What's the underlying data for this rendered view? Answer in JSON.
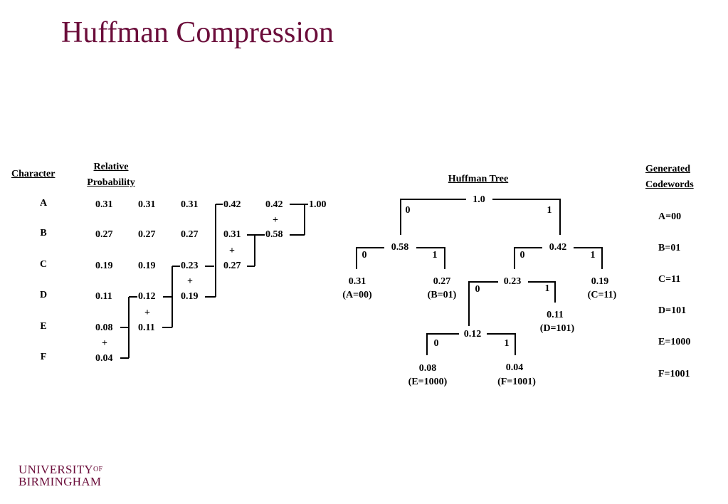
{
  "title": "Huffman Compression",
  "table": {
    "character_header": "Character",
    "probability_header": [
      "Relative",
      "Probability"
    ],
    "characters": [
      "A",
      "B",
      "C",
      "D",
      "E",
      "F"
    ],
    "columns": [
      [
        "0.31",
        "0.27",
        "0.19",
        "0.11",
        "0.08",
        "0.04"
      ],
      [
        "0.31",
        "0.27",
        "0.19",
        "0.12",
        "0.11"
      ],
      [
        "0.31",
        "0.27",
        "0.23",
        "0.19"
      ],
      [
        "0.42",
        "0.31",
        "0.27"
      ],
      [
        "0.42",
        "0.58"
      ],
      [
        "1.00"
      ]
    ],
    "plus": "+"
  },
  "tree": {
    "heading": "Huffman Tree",
    "nodes": {
      "root": "1.0",
      "n058": "0.58",
      "n042": "0.42",
      "n023": "0.23",
      "n012": "0.12"
    },
    "leaves": {
      "A": {
        "value": "0.31",
        "code": "(A=00)"
      },
      "B": {
        "value": "0.27",
        "code": "(B=01)"
      },
      "C": {
        "value": "0.19",
        "code": "(C=11)"
      },
      "D": {
        "value": "0.11",
        "code": "(D=101)"
      },
      "E": {
        "value": "0.08",
        "code": "(E=1000)"
      },
      "F": {
        "value": "0.04",
        "code": "(F=1001)"
      }
    },
    "bit0": "0",
    "bit1": "1"
  },
  "codewords": {
    "heading": [
      "Generated",
      "Codewords"
    ],
    "items": [
      "A=00",
      "B=01",
      "C=11",
      "D=101",
      "E=1000",
      "F=1001"
    ]
  },
  "logo": {
    "line1": "UNIVERSITY",
    "of": "OF",
    "line2": "BIRMINGHAM"
  }
}
